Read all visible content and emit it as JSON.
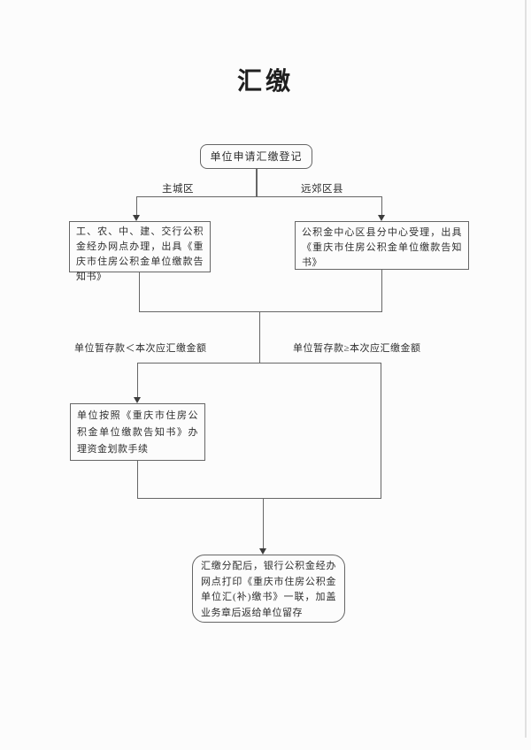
{
  "page": {
    "title": "汇缴"
  },
  "flow": {
    "start": {
      "label": "单位申请汇缴登记"
    },
    "region_branch": {
      "left_label": "主城区",
      "right_label": "远郊区县"
    },
    "main_city_box": {
      "text": "工、农、中、建、交行公积金经办网点办理，出具《重庆市住房公积金单位缴款告知书》"
    },
    "suburb_box": {
      "text": "公积金中心区县分中心受理，出具《重庆市住房公积金单位缴款告知书》"
    },
    "deposit_branch": {
      "left_label": "单位暂存款＜本次应汇缴金额",
      "right_label": "单位暂存款≥本次应汇缴金额"
    },
    "transfer_box": {
      "text": "单位按照《重庆市住房公积金单位缴款告知书》办理资金划款手续"
    },
    "end_box": {
      "text": "汇缴分配后，银行公积金经办网点打印《重庆市住房公积金单位汇(补)缴书》一联，加盖业务章后返给单位留存"
    }
  },
  "colors": {
    "line": "#666666",
    "ink": "#2e2e2e",
    "paper": "#fcfcfc",
    "edge": "#d9d9d9"
  }
}
